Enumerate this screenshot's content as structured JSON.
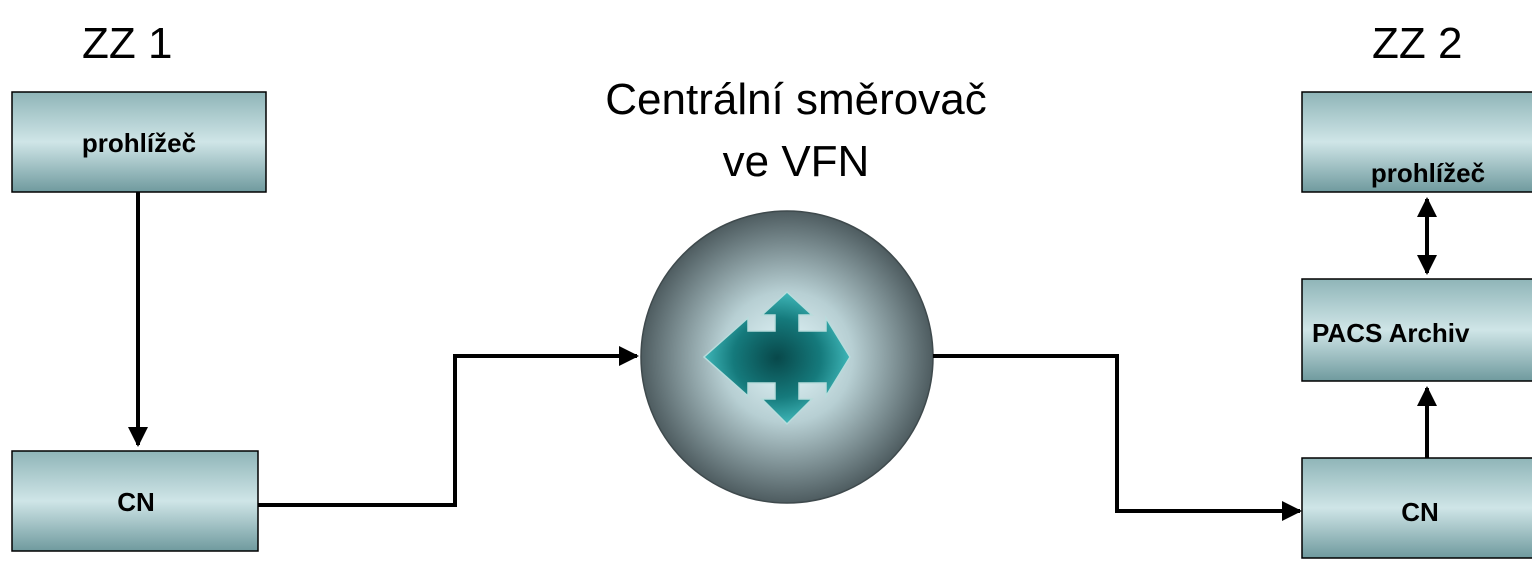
{
  "left_site": {
    "title": "ZZ 1",
    "viewer_label": "prohlížeč",
    "cn_label": "CN"
  },
  "router": {
    "title_line1": "Centrální směrovač",
    "title_line2": "ve VFN",
    "icon": "four-way-arrows-icon"
  },
  "right_site": {
    "title": "ZZ 2",
    "viewer_label": "prohlížeč",
    "pacs_label": "PACS Archiv",
    "cn_label": "CN"
  },
  "colors": {
    "box_light": "#c8e0e2",
    "box_dark": "#6f9a9e",
    "router_center": "#d6f0f4",
    "router_edge": "#4e5c60",
    "arrows_center": "#0b4f52",
    "arrows_edge": "#2aa3a6"
  }
}
